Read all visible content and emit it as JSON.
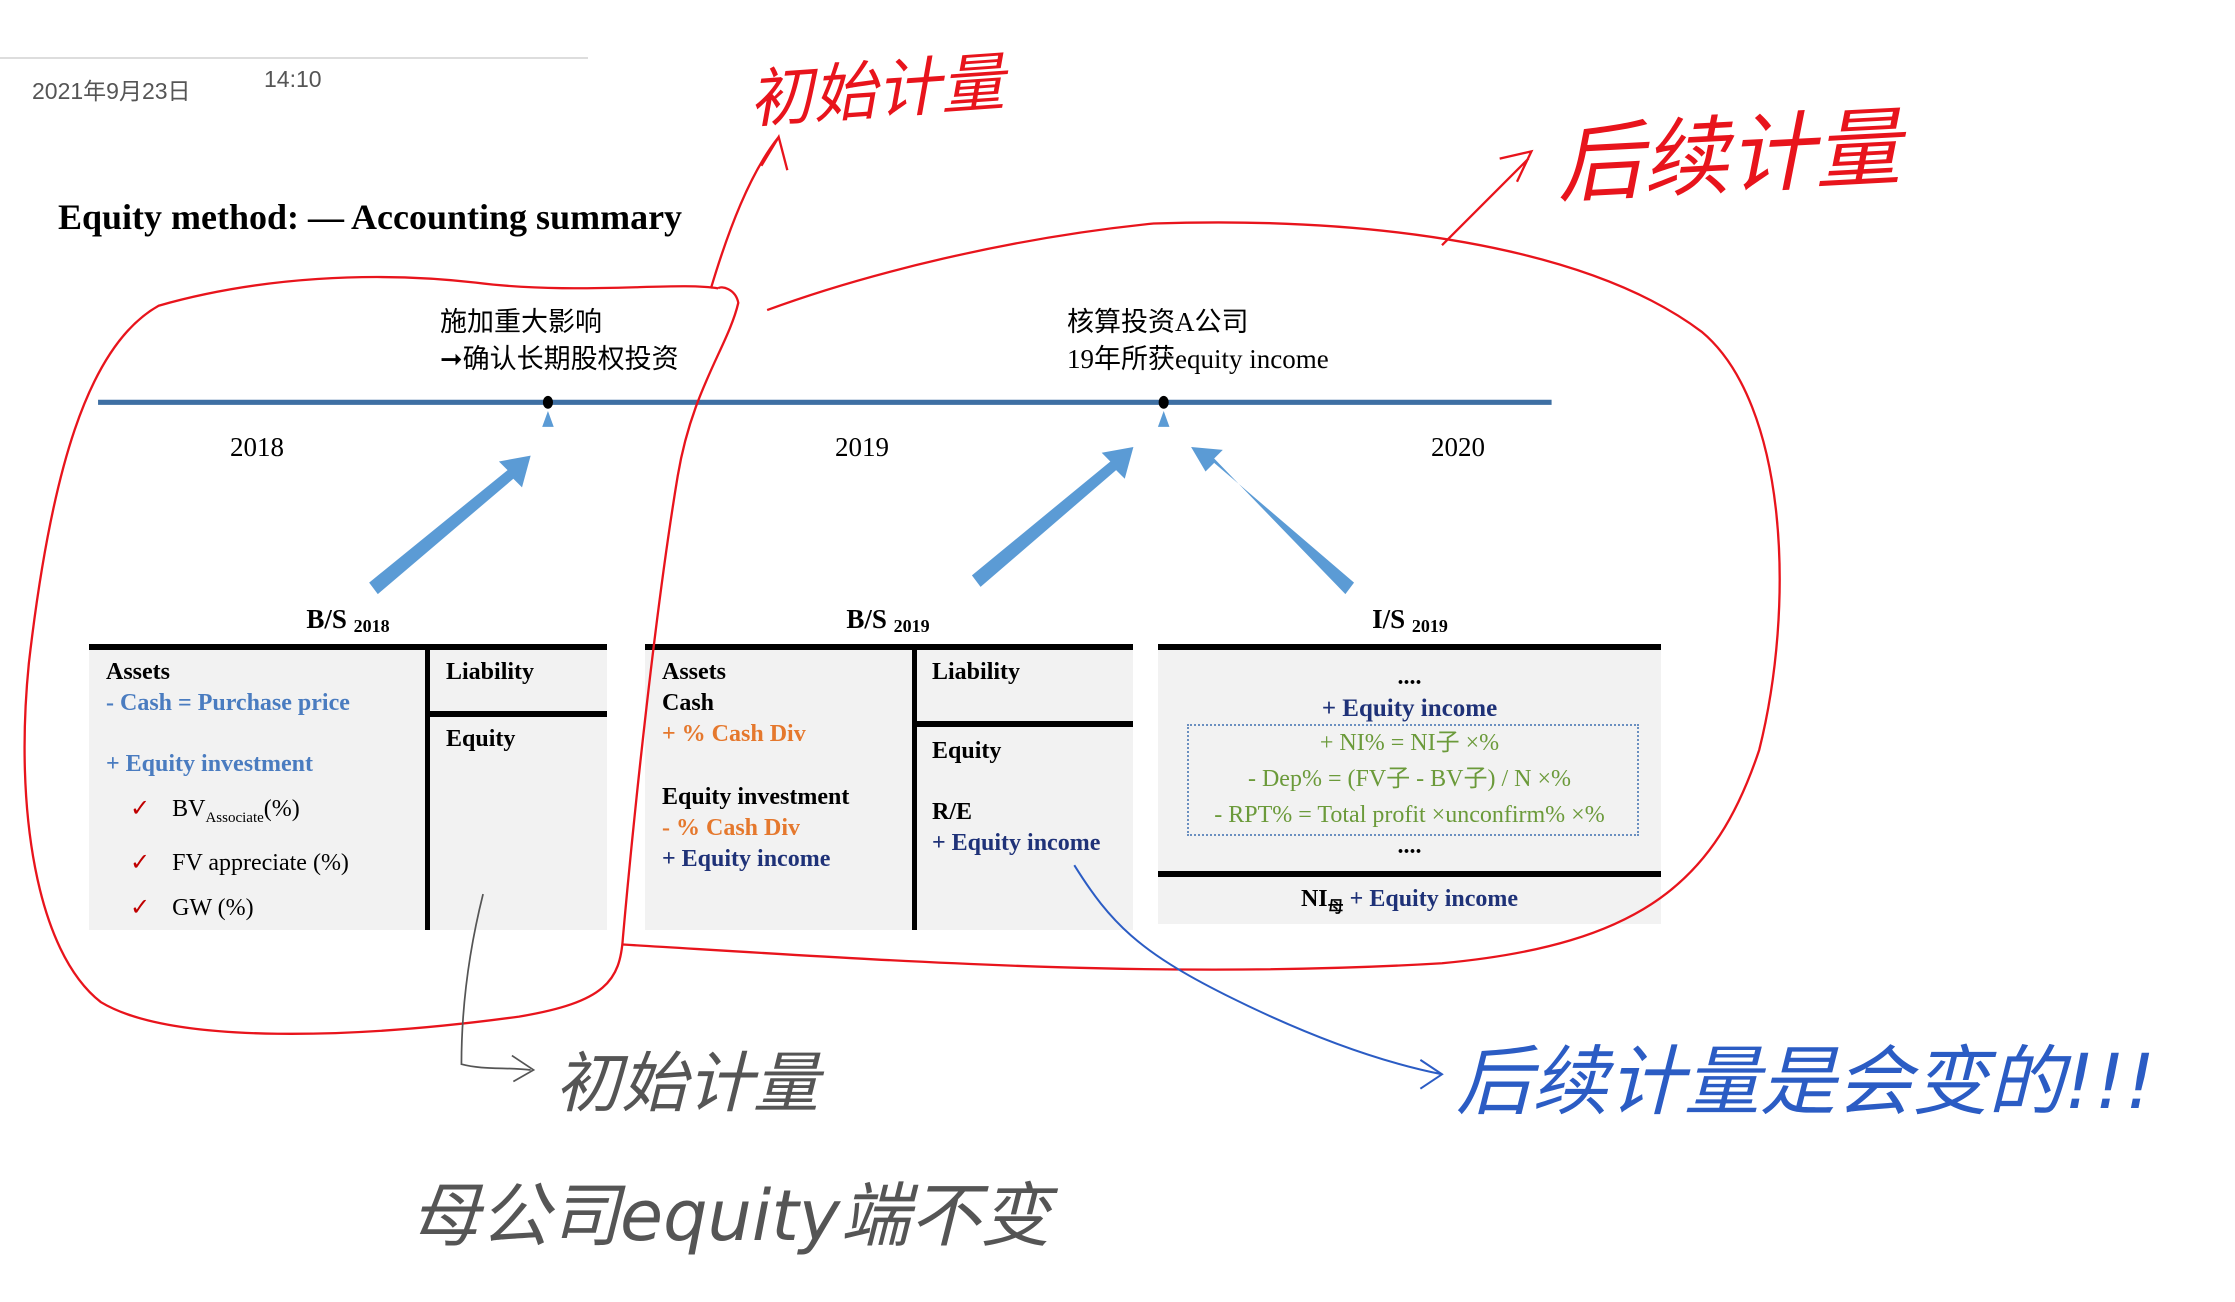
{
  "note_header": {
    "date": "2021年9月23日",
    "time": "14:10"
  },
  "title": "Equity method: — Accounting summary",
  "timeline": {
    "event1": {
      "line1": "施加重大影响",
      "line2": "➞确认长期股权投资"
    },
    "event2": {
      "line1": "核算投资A公司",
      "line2": "19年所获equity income"
    },
    "years": [
      "2018",
      "2019",
      "2020"
    ]
  },
  "bs2018": {
    "title": "B/S",
    "sub": "2018",
    "assets": "Assets",
    "cash": "-  Cash = Purchase price",
    "equity_investment": "+ Equity investment",
    "checks": [
      "BV",
      "FV appreciate (%)",
      "GW (%)"
    ],
    "bv_sub": "Associate",
    "bv_suffix": "(%)",
    "check_mark": "✓",
    "liability": "Liability",
    "equity": "Equity"
  },
  "bs2019": {
    "title": "B/S",
    "sub": "2019",
    "assets": "Assets",
    "cash": "Cash",
    "cash_div_plus": "+ % Cash Div",
    "equity_investment": "Equity investment",
    "cash_div_minus": "-  % Cash Div",
    "equity_income": "+ Equity income",
    "liability": "Liability",
    "equity": "Equity",
    "re": "R/E",
    "re_equity_income": "+ Equity income"
  },
  "is2019": {
    "title": "I/S",
    "sub": "2019",
    "dots_top": "....",
    "equity_income": "+ Equity income",
    "formulas": [
      "+ NI% = NI子 ×%",
      "- Dep% = (FV子 - BV子) / N ×%",
      "- RPT% = Total profit ×unconfirm% ×%"
    ],
    "dots_bottom": "....",
    "ni_label": "NI",
    "ni_sub": "母",
    "ni_rest": " + Equity income"
  },
  "annotations": {
    "initial_red": "初始计量",
    "subsequent_red": "后续计量",
    "initial_gray": "初始计量",
    "parent_equity": "母公司equity端不变",
    "subsequent_blue": "后续计量是会变的!!!"
  },
  "colors": {
    "red_ink": "#e8141c",
    "blue_ink": "#2b5cc4",
    "gray_ink": "#555555",
    "timeline": "#3e6fa3",
    "arrow": "#5b9bd5"
  }
}
